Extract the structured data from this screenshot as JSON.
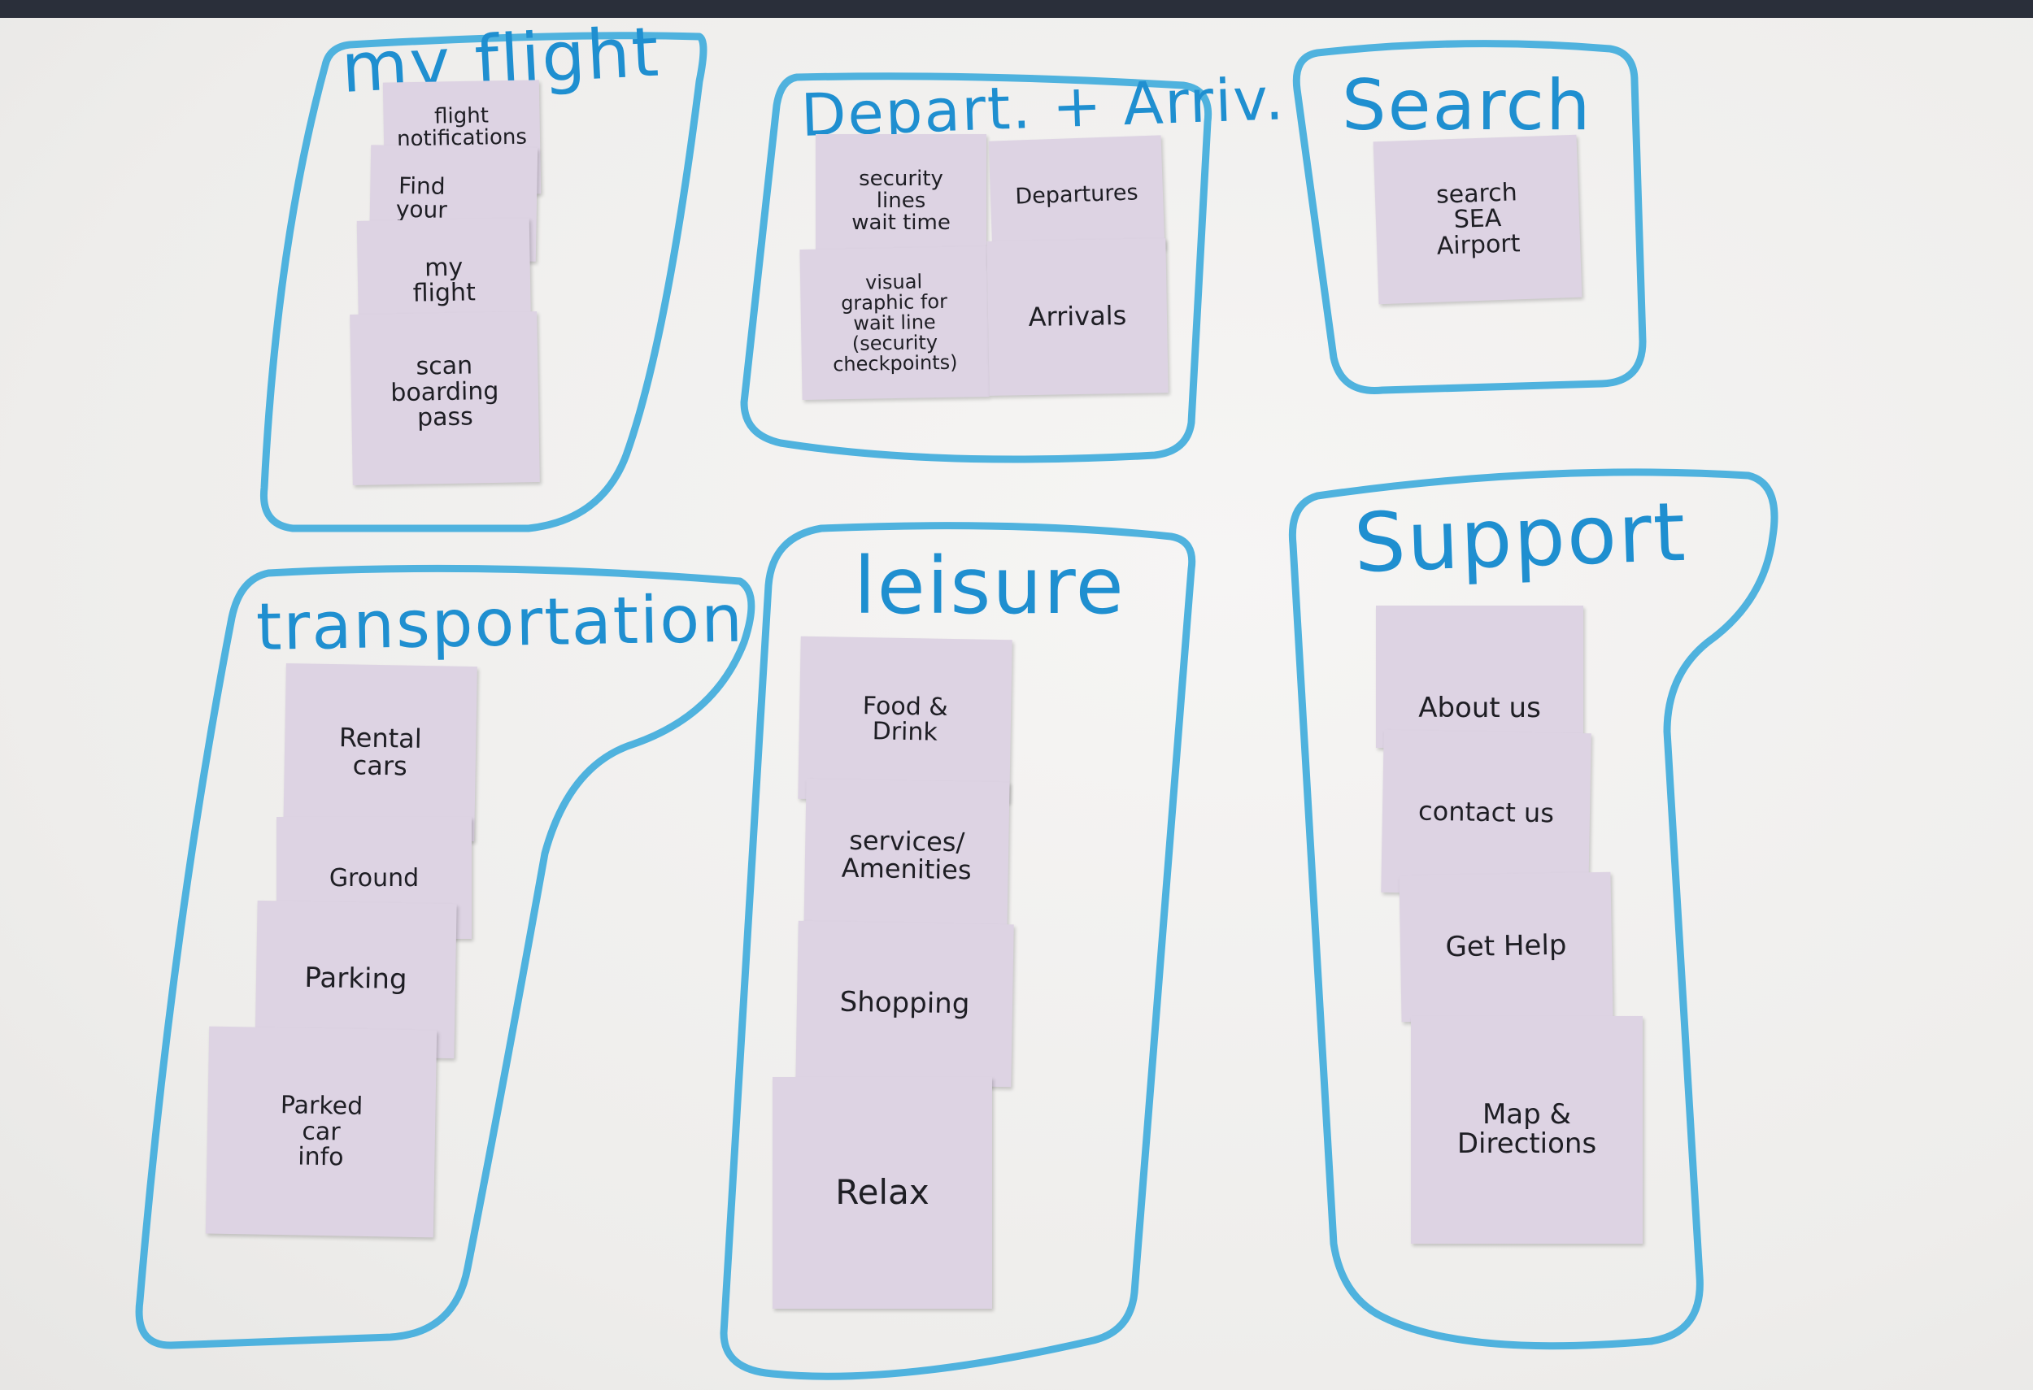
{
  "groups": {
    "my_flight": {
      "title": "my flight",
      "notes": [
        "flight\nnotifications",
        "Find\nyour",
        "my\nflight",
        "scan\nboarding\npass"
      ]
    },
    "depart_arrive": {
      "title": "Depart. + Arriv.",
      "notes": [
        "security\nlines\nwait time",
        "visual\ngraphic for\nwait line\n(security\ncheckpoints)",
        "Departures",
        "Arrivals"
      ]
    },
    "search": {
      "title": "Search",
      "notes": [
        "search\nSEA\nAirport"
      ]
    },
    "transportation": {
      "title": "transportation",
      "notes": [
        "Rental\ncars",
        "Ground",
        "Parking",
        "Parked\ncar\ninfo"
      ]
    },
    "leisure": {
      "title": "leisure",
      "notes": [
        "Food &\nDrink",
        "services/\nAmenities",
        "Shopping",
        "Relax"
      ]
    },
    "support": {
      "title": "Support",
      "notes": [
        "About us",
        "contact us",
        "Get Help",
        "Map &\nDirections"
      ]
    }
  },
  "colors": {
    "marker": "#4fb2de",
    "title": "#1f8fd0",
    "sticky_note": "#ddd3e3",
    "ink": "#1e1e24"
  }
}
